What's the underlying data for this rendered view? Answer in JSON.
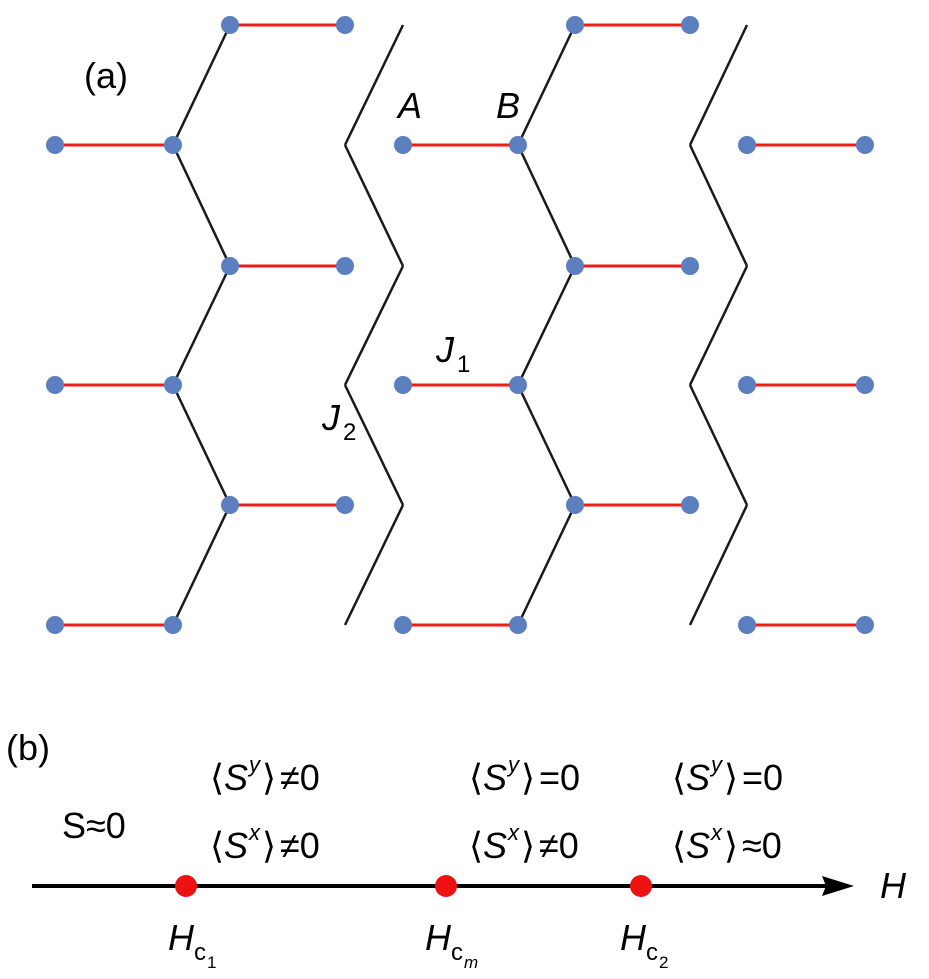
{
  "panel_a": {
    "label": "(a)",
    "site_a": "A",
    "site_b": "B",
    "bond_j1": "J",
    "bond_j1_sub": "1",
    "bond_j2": "J",
    "bond_j2_sub": "2",
    "colors": {
      "bond_j1": "#ee1c1c",
      "bond_j2": "#1a1a1a",
      "site": "#5b7fbf"
    }
  },
  "panel_b": {
    "label": "(b)",
    "phase_1": "S≈0",
    "phase_2": {
      "sy_symbol": "S",
      "sy_sup": "y",
      "sy_relation": "≠0",
      "sx_symbol": "S",
      "sx_sup": "x",
      "sx_relation": "≠0"
    },
    "phase_3": {
      "sy_symbol": "S",
      "sy_sup": "y",
      "sy_relation": "=0",
      "sx_symbol": "S",
      "sx_sup": "x",
      "sx_relation": "≠0"
    },
    "phase_4": {
      "sy_symbol": "S",
      "sy_sup": "y",
      "sy_relation": "=0",
      "sx_symbol": "S",
      "sx_sup": "x",
      "sx_relation": "≈0"
    },
    "axis_label": "H",
    "critical_points": [
      {
        "main": "H",
        "sub": "c",
        "subsub": "1"
      },
      {
        "main": "H",
        "sub": "c",
        "subsub": "m"
      },
      {
        "main": "H",
        "sub": "c",
        "subsub": "2"
      }
    ],
    "colors": {
      "axis": "#000000",
      "critical_point": "#ee1111"
    }
  }
}
